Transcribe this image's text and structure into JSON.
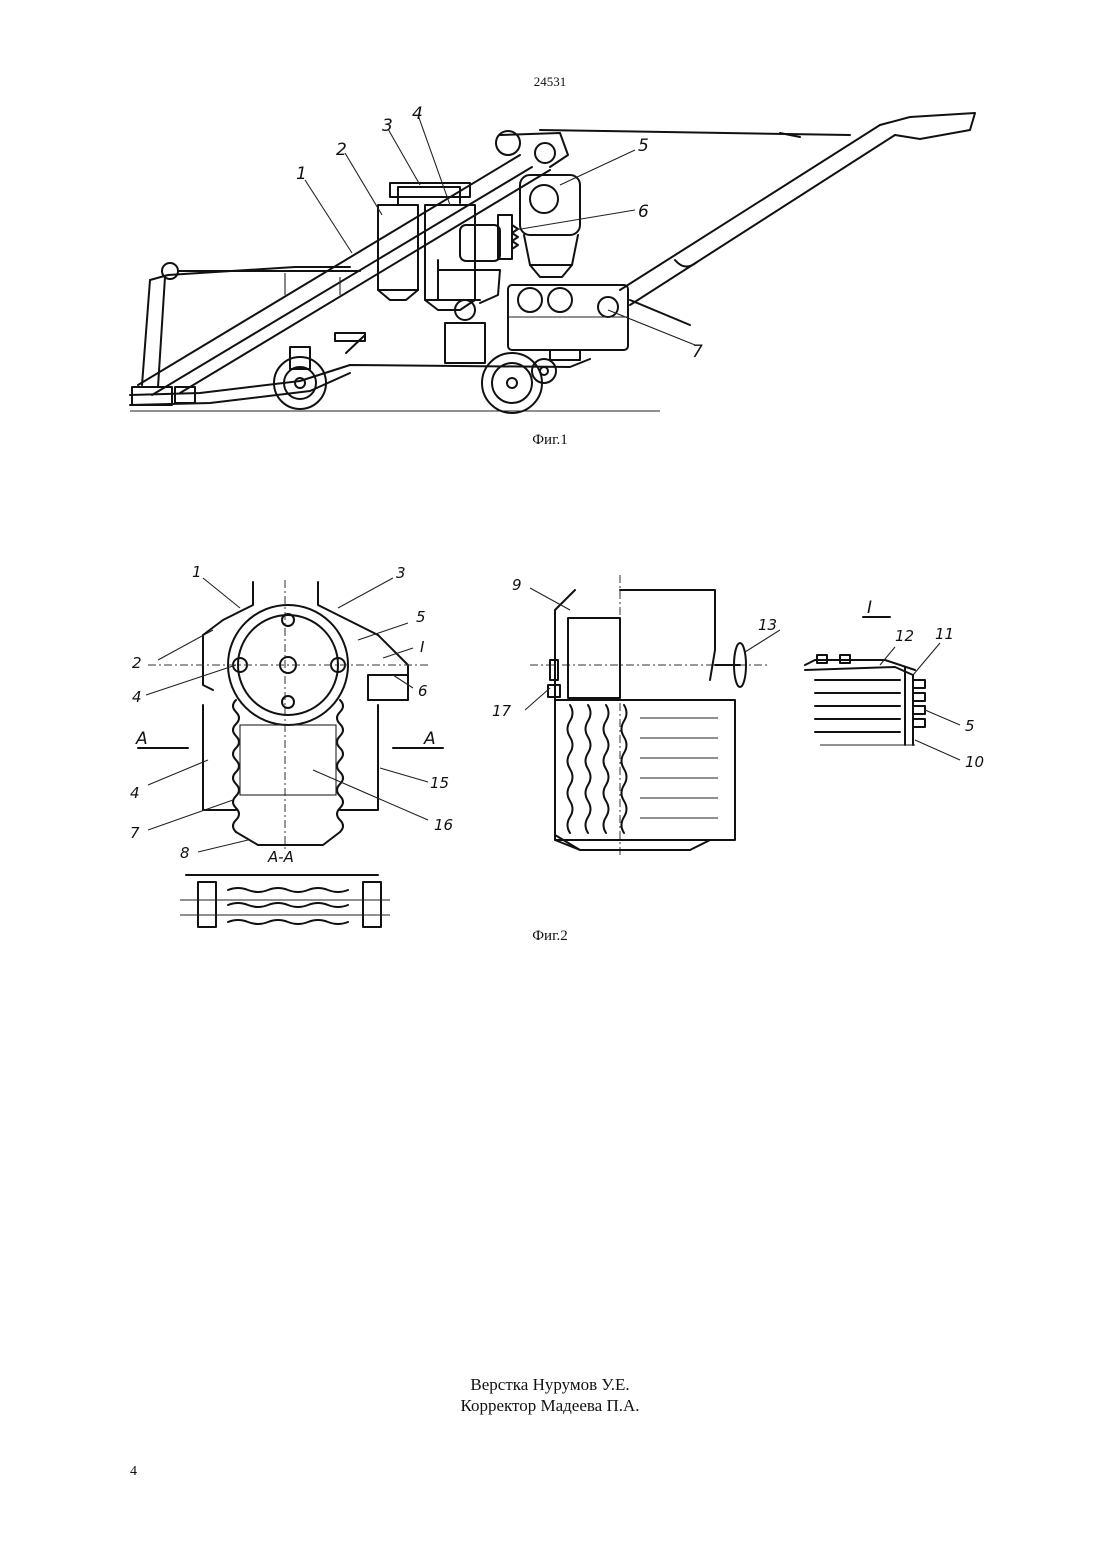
{
  "header": {
    "patent_number": "24531"
  },
  "figures": {
    "fig1": {
      "caption": "Фиг.1",
      "labels": [
        "1",
        "2",
        "3",
        "4",
        "5",
        "6",
        "7"
      ]
    },
    "fig2": {
      "caption": "Фиг.2",
      "left_labels": [
        "1",
        "3",
        "2",
        "4",
        "5",
        "I",
        "6",
        "A",
        "A",
        "4",
        "15",
        "7",
        "16",
        "8",
        "A-A"
      ],
      "middle_labels": [
        "9",
        "13",
        "17"
      ],
      "detail_labels": [
        "I",
        "12",
        "11",
        "5",
        "10"
      ]
    }
  },
  "footer": {
    "typesetter": "Верстка Нурумов У.Е.",
    "proofreader": "Корректор Мадеева П.А.",
    "page_number": "4"
  }
}
